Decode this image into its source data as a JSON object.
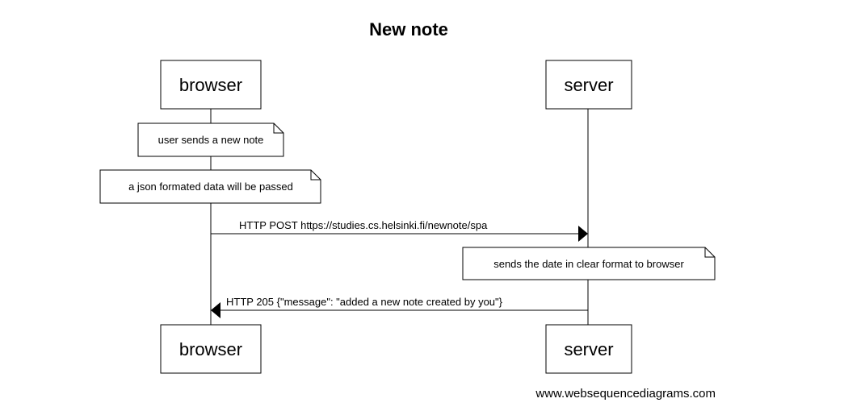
{
  "title": "New note",
  "participants": [
    {
      "id": "browser",
      "label": "browser"
    },
    {
      "id": "server",
      "label": "server"
    }
  ],
  "notes": [
    {
      "over": "browser",
      "text": "user sends a new note"
    },
    {
      "over": "browser",
      "text": "a json formated data will be passed"
    },
    {
      "over": "server",
      "text": "sends the date in clear format to browser"
    }
  ],
  "messages": [
    {
      "from": "browser",
      "to": "server",
      "text": "HTTP POST  https://studies.cs.helsinki.fi/newnote/spa"
    },
    {
      "from": "server",
      "to": "browser",
      "text": "HTTP 205 {\"message\": \"added a new note created by you\"}"
    }
  ],
  "watermark": "www.websequencediagrams.com"
}
